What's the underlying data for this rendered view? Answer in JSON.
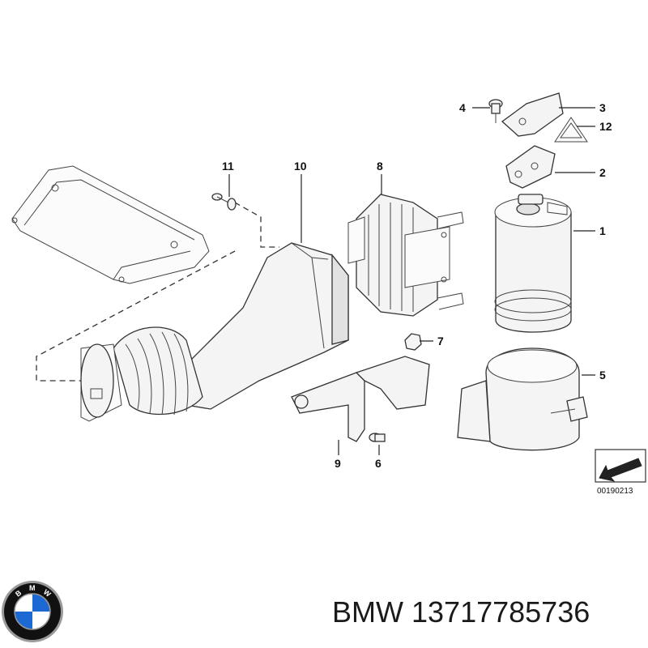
{
  "callouts": {
    "c1": "1",
    "c2": "2",
    "c3": "3",
    "c4": "4",
    "c5": "5",
    "c6": "6",
    "c7": "7",
    "c8": "8",
    "c9": "9",
    "c10": "10",
    "c11": "11",
    "c12": "12"
  },
  "diagram_code": "00190213",
  "brand": "BMW",
  "part_number": "13717785736",
  "logo": {
    "letters": "BMW",
    "colors": {
      "blue": "#1c69d4",
      "white": "#ffffff",
      "ring": "#111111",
      "chrome": "#9a9a9a"
    }
  }
}
